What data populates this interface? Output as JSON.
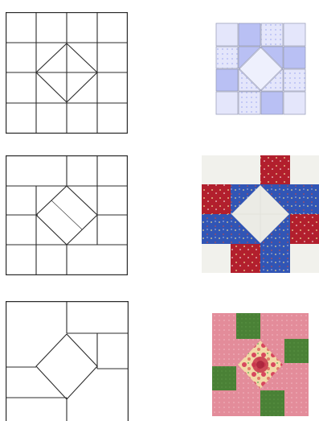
{
  "rows": [
    {
      "sketch_name": "sketch-1",
      "quilt_name": "quilt-block-1"
    },
    {
      "sketch_name": "sketch-2",
      "quilt_name": "quilt-block-2"
    },
    {
      "sketch_name": "sketch-3",
      "quilt_name": "quilt-block-3"
    }
  ],
  "colors": {
    "lavender": "#b9c0f4",
    "light_lavender": "#e4e6fb",
    "pale_center": "#eef0fd",
    "blue": "#3155b5",
    "red": "#b21f2d",
    "ivory": "#f1f1ec",
    "green": "#4a8136",
    "pink": "#e38c9a",
    "rose": "#d8475e",
    "pale_yellow": "#f2d8a6"
  }
}
